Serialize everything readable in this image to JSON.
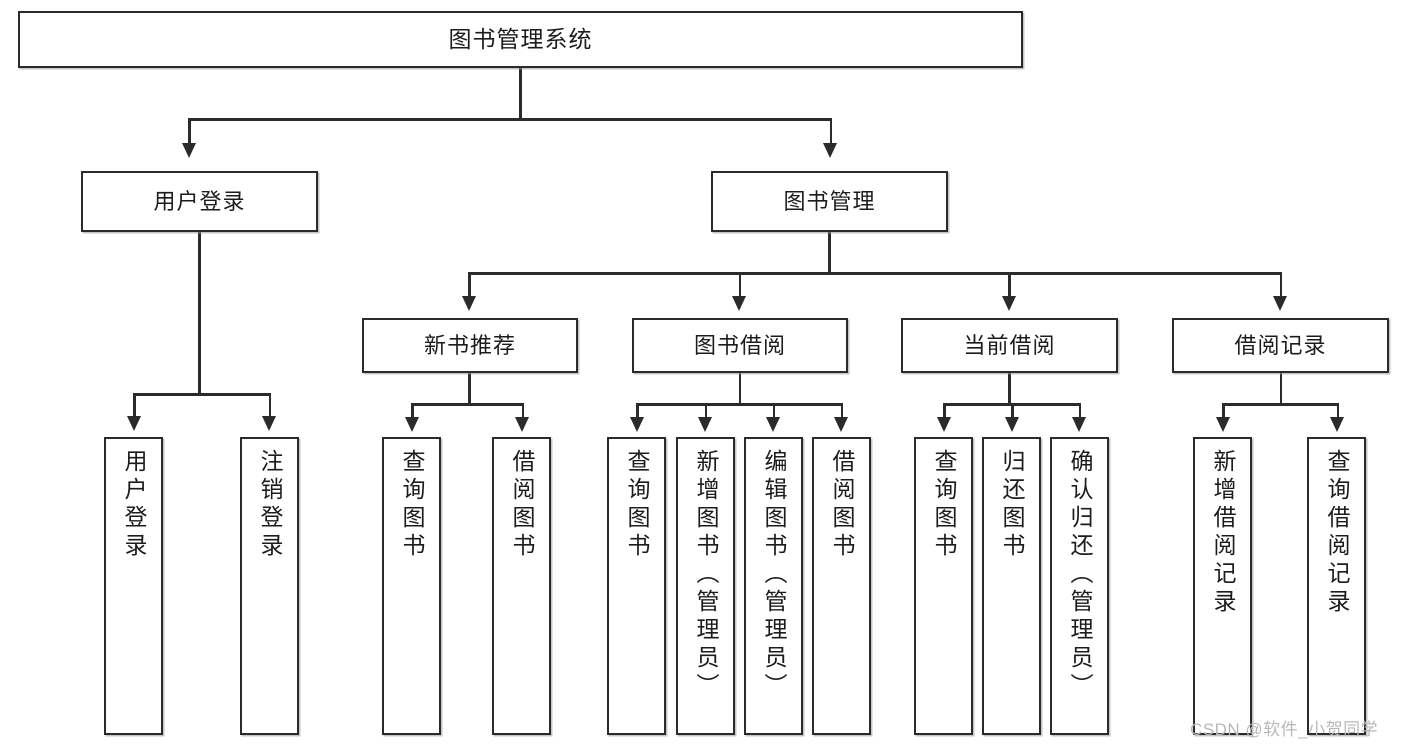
{
  "diagram": {
    "title": "图书管理系统",
    "type": "hierarchy-tree",
    "watermark": "CSDN @软件_小贺同学",
    "root": {
      "id": "root",
      "label": "图书管理系统"
    },
    "level2": [
      {
        "id": "user-login",
        "label": "用户登录"
      },
      {
        "id": "book-management",
        "label": "图书管理"
      }
    ],
    "level3": [
      {
        "id": "new-book-recommend",
        "label": "新书推荐"
      },
      {
        "id": "book-borrow",
        "label": "图书借阅"
      },
      {
        "id": "current-borrow",
        "label": "当前借阅"
      },
      {
        "id": "borrow-record",
        "label": "借阅记录"
      }
    ],
    "leaves": {
      "user_login": [
        {
          "id": "leaf-user-login",
          "label": "用户登录"
        },
        {
          "id": "leaf-logout-login",
          "label": "注销登录"
        }
      ],
      "new_book_recommend": [
        {
          "id": "leaf-query-book-1",
          "label": "查询图书"
        },
        {
          "id": "leaf-borrow-book-1",
          "label": "借阅图书"
        }
      ],
      "book_borrow": [
        {
          "id": "leaf-query-book-2",
          "label": "查询图书"
        },
        {
          "id": "leaf-add-book",
          "label": "新增图书（管理员）"
        },
        {
          "id": "leaf-edit-book",
          "label": "编辑图书（管理员）"
        },
        {
          "id": "leaf-borrow-book-2",
          "label": "借阅图书"
        }
      ],
      "current_borrow": [
        {
          "id": "leaf-query-book-3",
          "label": "查询图书"
        },
        {
          "id": "leaf-return-book",
          "label": "归还图书"
        },
        {
          "id": "leaf-confirm-return",
          "label": "确认归还（管理员）"
        }
      ],
      "borrow_record": [
        {
          "id": "leaf-add-record",
          "label": "新增借阅记录"
        },
        {
          "id": "leaf-query-record",
          "label": "查询借阅记录"
        }
      ]
    },
    "colors": {
      "stroke": "#2b2b2b",
      "fill": "#ffffff",
      "text": "#1c1c1c",
      "watermark": "#b8b8b8"
    }
  }
}
